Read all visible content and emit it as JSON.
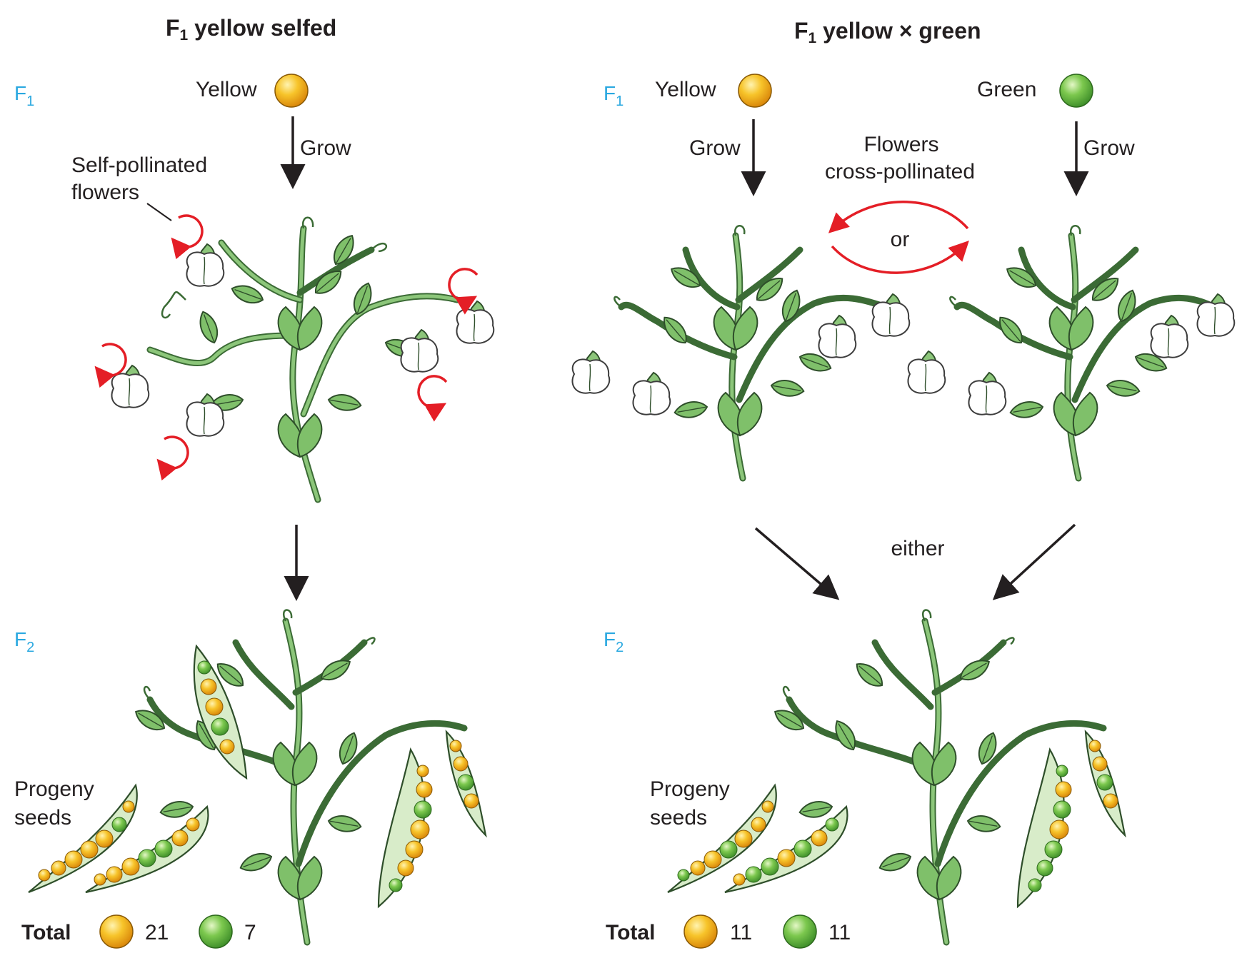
{
  "left_panel": {
    "title_main": "F",
    "title_sub": "1",
    "title_rest": " yellow selfed",
    "gen_f1_main": "F",
    "gen_f1_sub": "1",
    "parent_label": "Yellow",
    "grow_label": "Grow",
    "self_pollinated_line1": "Self-pollinated",
    "self_pollinated_line2": "flowers",
    "gen_f2_main": "F",
    "gen_f2_sub": "2",
    "progeny_line1": "Progeny",
    "progeny_line2": "seeds",
    "total_label": "Total",
    "yellow_count": "21",
    "green_count": "7"
  },
  "right_panel": {
    "title_main": "F",
    "title_sub": "1",
    "title_rest": " yellow × green",
    "gen_f1_main": "F",
    "gen_f1_sub": "1",
    "parent1_label": "Yellow",
    "parent2_label": "Green",
    "grow_label_1": "Grow",
    "grow_label_2": "Grow",
    "cross_line1": "Flowers",
    "cross_line2": "cross-pollinated",
    "or_label": "or",
    "either_label": "either",
    "gen_f2_main": "F",
    "gen_f2_sub": "2",
    "progeny_line1": "Progeny",
    "progeny_line2": "seeds",
    "total_label": "Total",
    "yellow_count": "11",
    "green_count": "11"
  },
  "colors": {
    "yellow_seed": "#f5b31b",
    "green_seed": "#6cc04a",
    "leaf": "#7fc06a",
    "generation_label": "#29a8e0",
    "pollination_arrow": "#e41e26"
  }
}
